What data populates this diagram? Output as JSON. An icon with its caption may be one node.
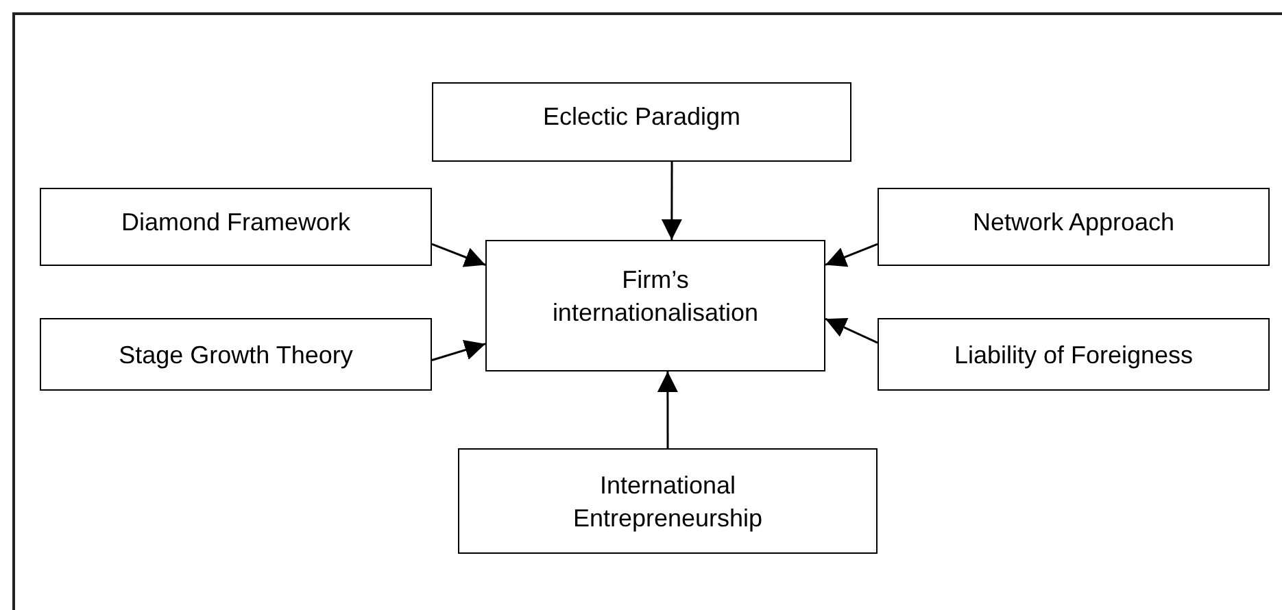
{
  "diagram": {
    "nodes": [
      {
        "text": [
          "Eclectic Paradigm"
        ]
      },
      {
        "text": [
          "Diamond Framework"
        ]
      },
      {
        "text": [
          "Network Approach"
        ]
      },
      {
        "text": [
          "Firm’s internationalisation"
        ]
      },
      {
        "text": [
          "Stage Growth Theory"
        ]
      },
      {
        "text": [
          "Liability of Foreigness"
        ]
      },
      {
        "text": [
          "International Entrepreneurship"
        ]
      }
    ],
    "edges": [
      {
        "from": 0,
        "to": 3,
        "arrow": "to"
      },
      {
        "from": 1,
        "to": 3,
        "arrow": "to"
      },
      {
        "from": 2,
        "to": 3,
        "arrow": "to"
      },
      {
        "from": 4,
        "to": 3,
        "arrow": "to"
      },
      {
        "from": 5,
        "to": 3,
        "arrow": "to"
      },
      {
        "from": 6,
        "to": 3,
        "arrow": "to"
      }
    ]
  }
}
